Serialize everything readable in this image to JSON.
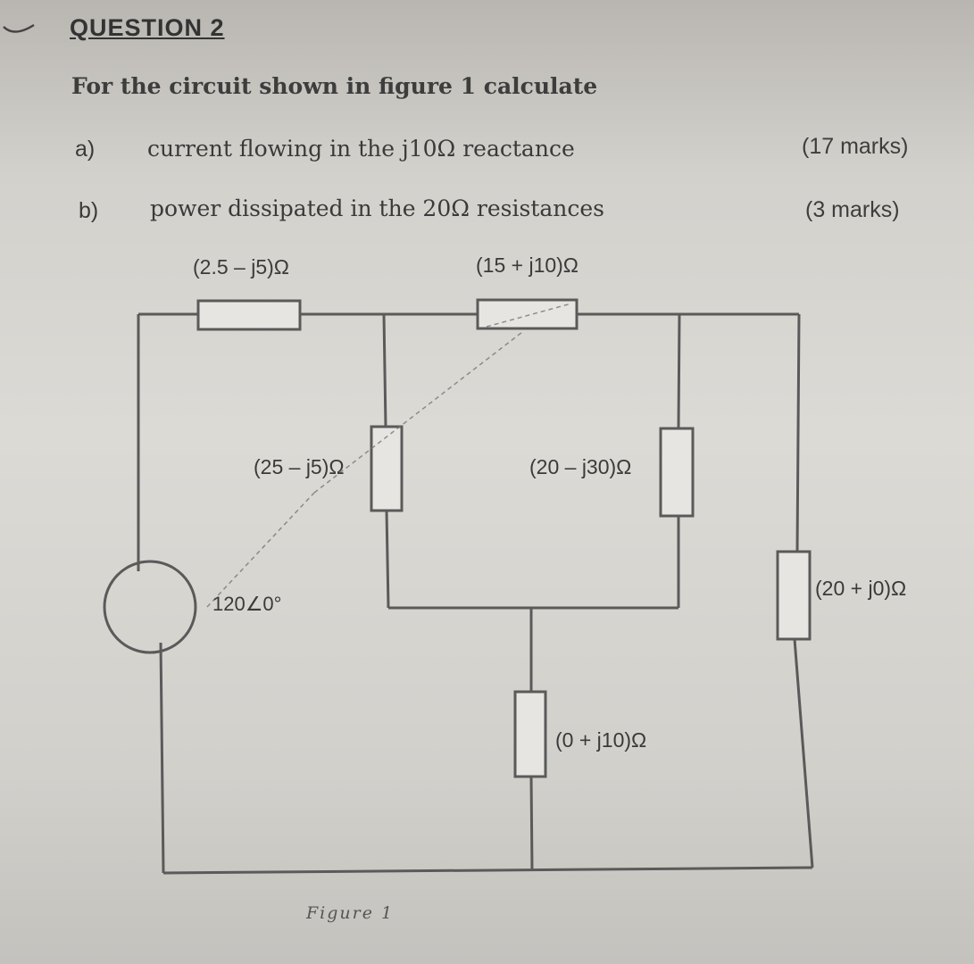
{
  "question": {
    "title": "QUESTION 2",
    "intro": "For the circuit shown in figure 1 calculate",
    "parts": [
      {
        "letter": "a)",
        "text": "current flowing in the j10Ω reactance",
        "marks": "(17 marks)"
      },
      {
        "letter": "b)",
        "text": "power dissipated in the 20Ω resistances",
        "marks": "(3 marks)"
      }
    ]
  },
  "figure": {
    "caption": "Figure 1",
    "source_label": "120∠0°",
    "impedances": {
      "top_left": "(2.5 – j5)Ω",
      "top_right": "(15 + j10)Ω",
      "mid_left": "(25 – j5)Ω",
      "mid_right": "(20 – j30)Ω",
      "far_right": "(20 + j0)Ω",
      "bottom": "(0 + j10)Ω"
    }
  }
}
